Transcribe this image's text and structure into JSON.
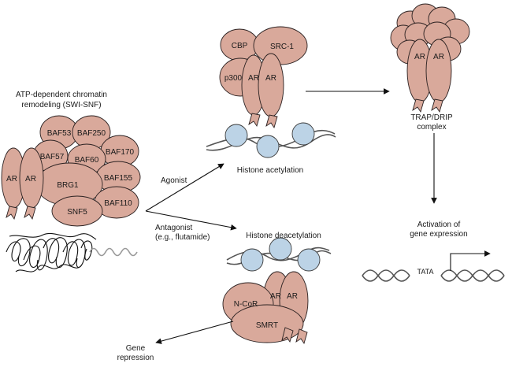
{
  "swi_snf": {
    "title_line1": "ATP-dependent chromatin",
    "title_line2": "remodeling (SWI-SNF)",
    "proteins": [
      "BAF53",
      "BAF250",
      "BAF57",
      "BAF60",
      "BAF170",
      "BRG1",
      "BAF155",
      "SNF5",
      "BAF110"
    ],
    "ar": [
      "AR",
      "AR"
    ]
  },
  "coactivator": {
    "proteins": [
      "CBP",
      "SRC-1",
      "p300"
    ],
    "ar": [
      "AR",
      "AR"
    ],
    "label": "Histone acetylation"
  },
  "trap": {
    "ar": [
      "AR",
      "AR"
    ],
    "label_line1": "TRAP/DRIP",
    "label_line2": "complex"
  },
  "activation": {
    "line1": "Activation of",
    "line2": "gene expression",
    "tata": "TATA"
  },
  "pathway": {
    "agonist": "Agonist",
    "antagonist_line1": "Antagonist",
    "antagonist_line2": "(e.g., flutamide)"
  },
  "corepressor": {
    "label": "Histone deacetylation",
    "proteins": [
      "N-CoR",
      "SMRT"
    ],
    "ar": [
      "AR",
      "AR"
    ]
  },
  "repression": {
    "line1": "Gene",
    "line2": "repression"
  }
}
